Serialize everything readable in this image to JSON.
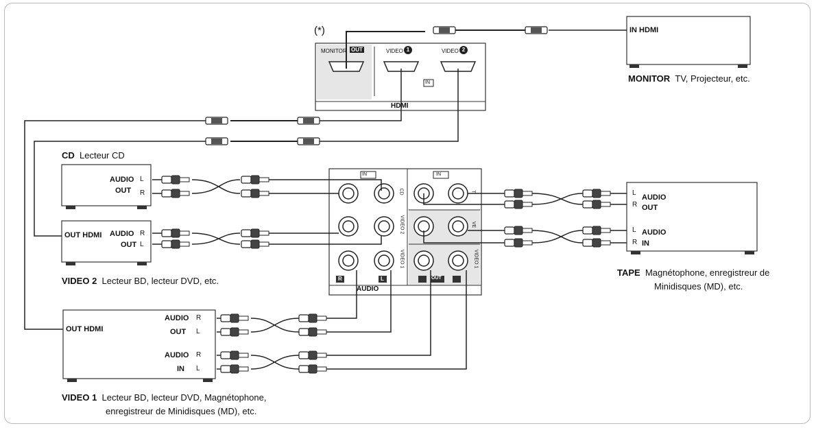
{
  "star_note": "(*)",
  "hdmi_panel": {
    "monitor_label": "MONITOR",
    "out_badge": "OUT",
    "video1_label": "VIDEO",
    "video1_num": "1",
    "video2_label": "VIDEO",
    "video2_num": "2",
    "in_badge": "IN",
    "hdmi_label": "HDMI"
  },
  "monitor": {
    "port_label": "IN HDMI",
    "name": "MONITOR",
    "desc": "TV, Projecteur, etc."
  },
  "cd": {
    "name": "CD",
    "desc": "Lecteur CD",
    "audio": "AUDIO",
    "out": "OUT",
    "l": "L",
    "r": "R"
  },
  "video2": {
    "name": "VIDEO 2",
    "desc": "Lecteur BD, lecteur DVD, etc.",
    "hdmi": "OUT HDMI",
    "audio": "AUDIO",
    "out": "OUT",
    "l": "L",
    "r": "R"
  },
  "video1": {
    "name": "VIDEO 1",
    "desc_line1": "Lecteur BD, lecteur DVD, Magnétophone,",
    "desc_line2": "enregistreur de Minidisques (MD), etc.",
    "hdmi": "OUT HDMI",
    "audio_out": "AUDIO",
    "out": "OUT",
    "audio_in": "AUDIO",
    "in": "IN",
    "l": "L",
    "r": "R"
  },
  "tape": {
    "name": "TAPE",
    "desc_line1": "Magnétophone, enregistreur de",
    "desc_line2": "Minidisques (MD), etc.",
    "audio_out": "AUDIO",
    "out": "OUT",
    "audio_in": "AUDIO",
    "in": "IN",
    "l": "L",
    "r": "R"
  },
  "audio_panel": {
    "in_badge_left": "IN",
    "in_badge_right": "IN",
    "out_badge": "OUT",
    "r_badge": "R",
    "l_badge": "L",
    "audio_label": "AUDIO",
    "cd_jack": "CD",
    "video2_jack": "VIDEO 2",
    "video1_jack": "VIDEO 1",
    "tape_jack_top": "T",
    "tape_jack_mid": "VE",
    "video1_out_jack": "VIDEO 1"
  }
}
